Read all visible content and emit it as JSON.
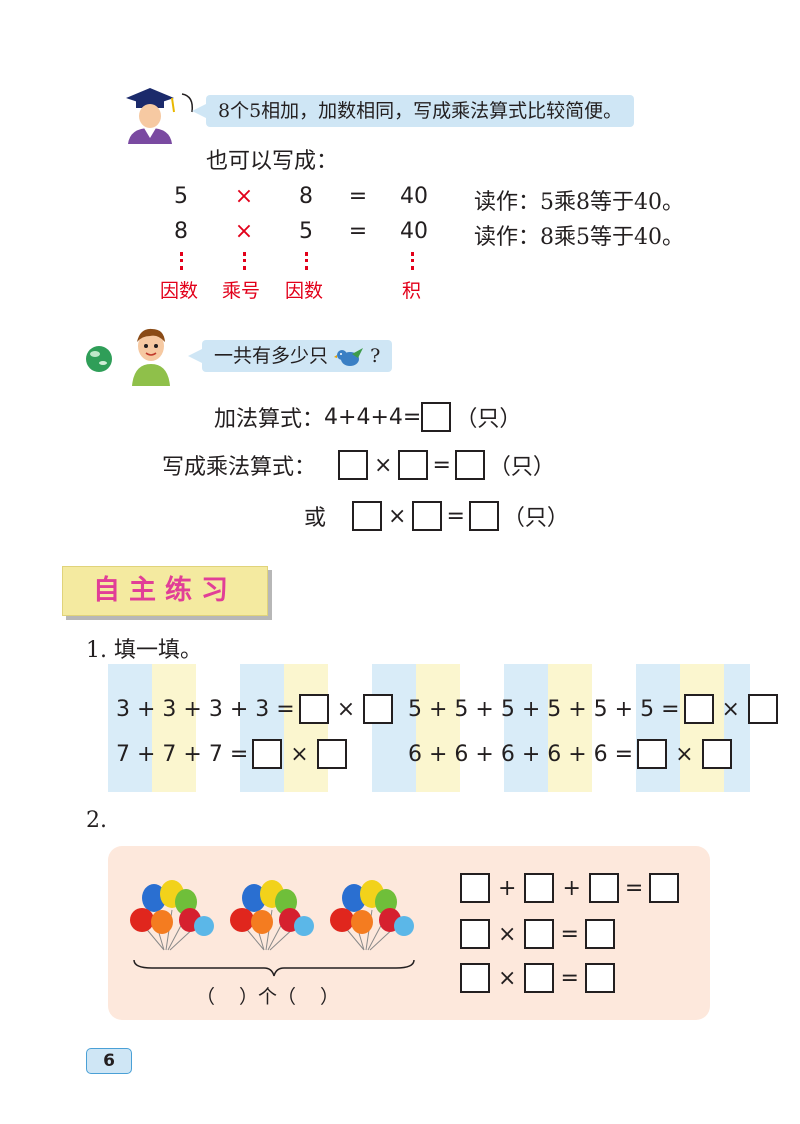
{
  "section1": {
    "speech": "8个5相加，加数相同，写成乘法算式比较简便。",
    "also_write": "也可以写成：",
    "rows": [
      {
        "a": "5",
        "op": "×",
        "b": "8",
        "eq": "=",
        "c": "40",
        "read": "读作：5乘8等于40。"
      },
      {
        "a": "8",
        "op": "×",
        "b": "5",
        "eq": "=",
        "c": "40",
        "read": "读作：8乘5等于40。"
      }
    ],
    "labels": {
      "factor1": "因数",
      "times_sign": "乘号",
      "factor2": "因数",
      "product": "积"
    }
  },
  "section2": {
    "speech": "一共有多少只",
    "question_mark": "?",
    "addition_label": "加法算式：",
    "addition_expr": "4+4+4=",
    "unit": "（只）",
    "mult_label": "写成乘法算式：",
    "or_label": "或",
    "times": "×",
    "equals": "="
  },
  "practice_title": "自主练习",
  "q1": {
    "title": "1. 填一填。",
    "exprs": [
      {
        "text": "3 + 3 + 3 + 3 ="
      },
      {
        "text": "5 + 5 + 5 + 5 + 5 + 5 ="
      },
      {
        "text": "7 + 7 + 7 ="
      },
      {
        "text": "6 + 6 + 6 + 6 + 6 ="
      }
    ],
    "times": "×"
  },
  "q2": {
    "title": "2.",
    "caption_open1": "（",
    "caption_mid": "）个（",
    "caption_close": "）",
    "plus": "+",
    "times": "×",
    "equals": "="
  },
  "page_number": "6",
  "colors": {
    "bubble": "#cfe6f5",
    "red": "#e2001a",
    "q2_panel": "#fde8dc",
    "fan_blue": "#d9ecf8",
    "fan_yellow": "#fbf6cf"
  }
}
